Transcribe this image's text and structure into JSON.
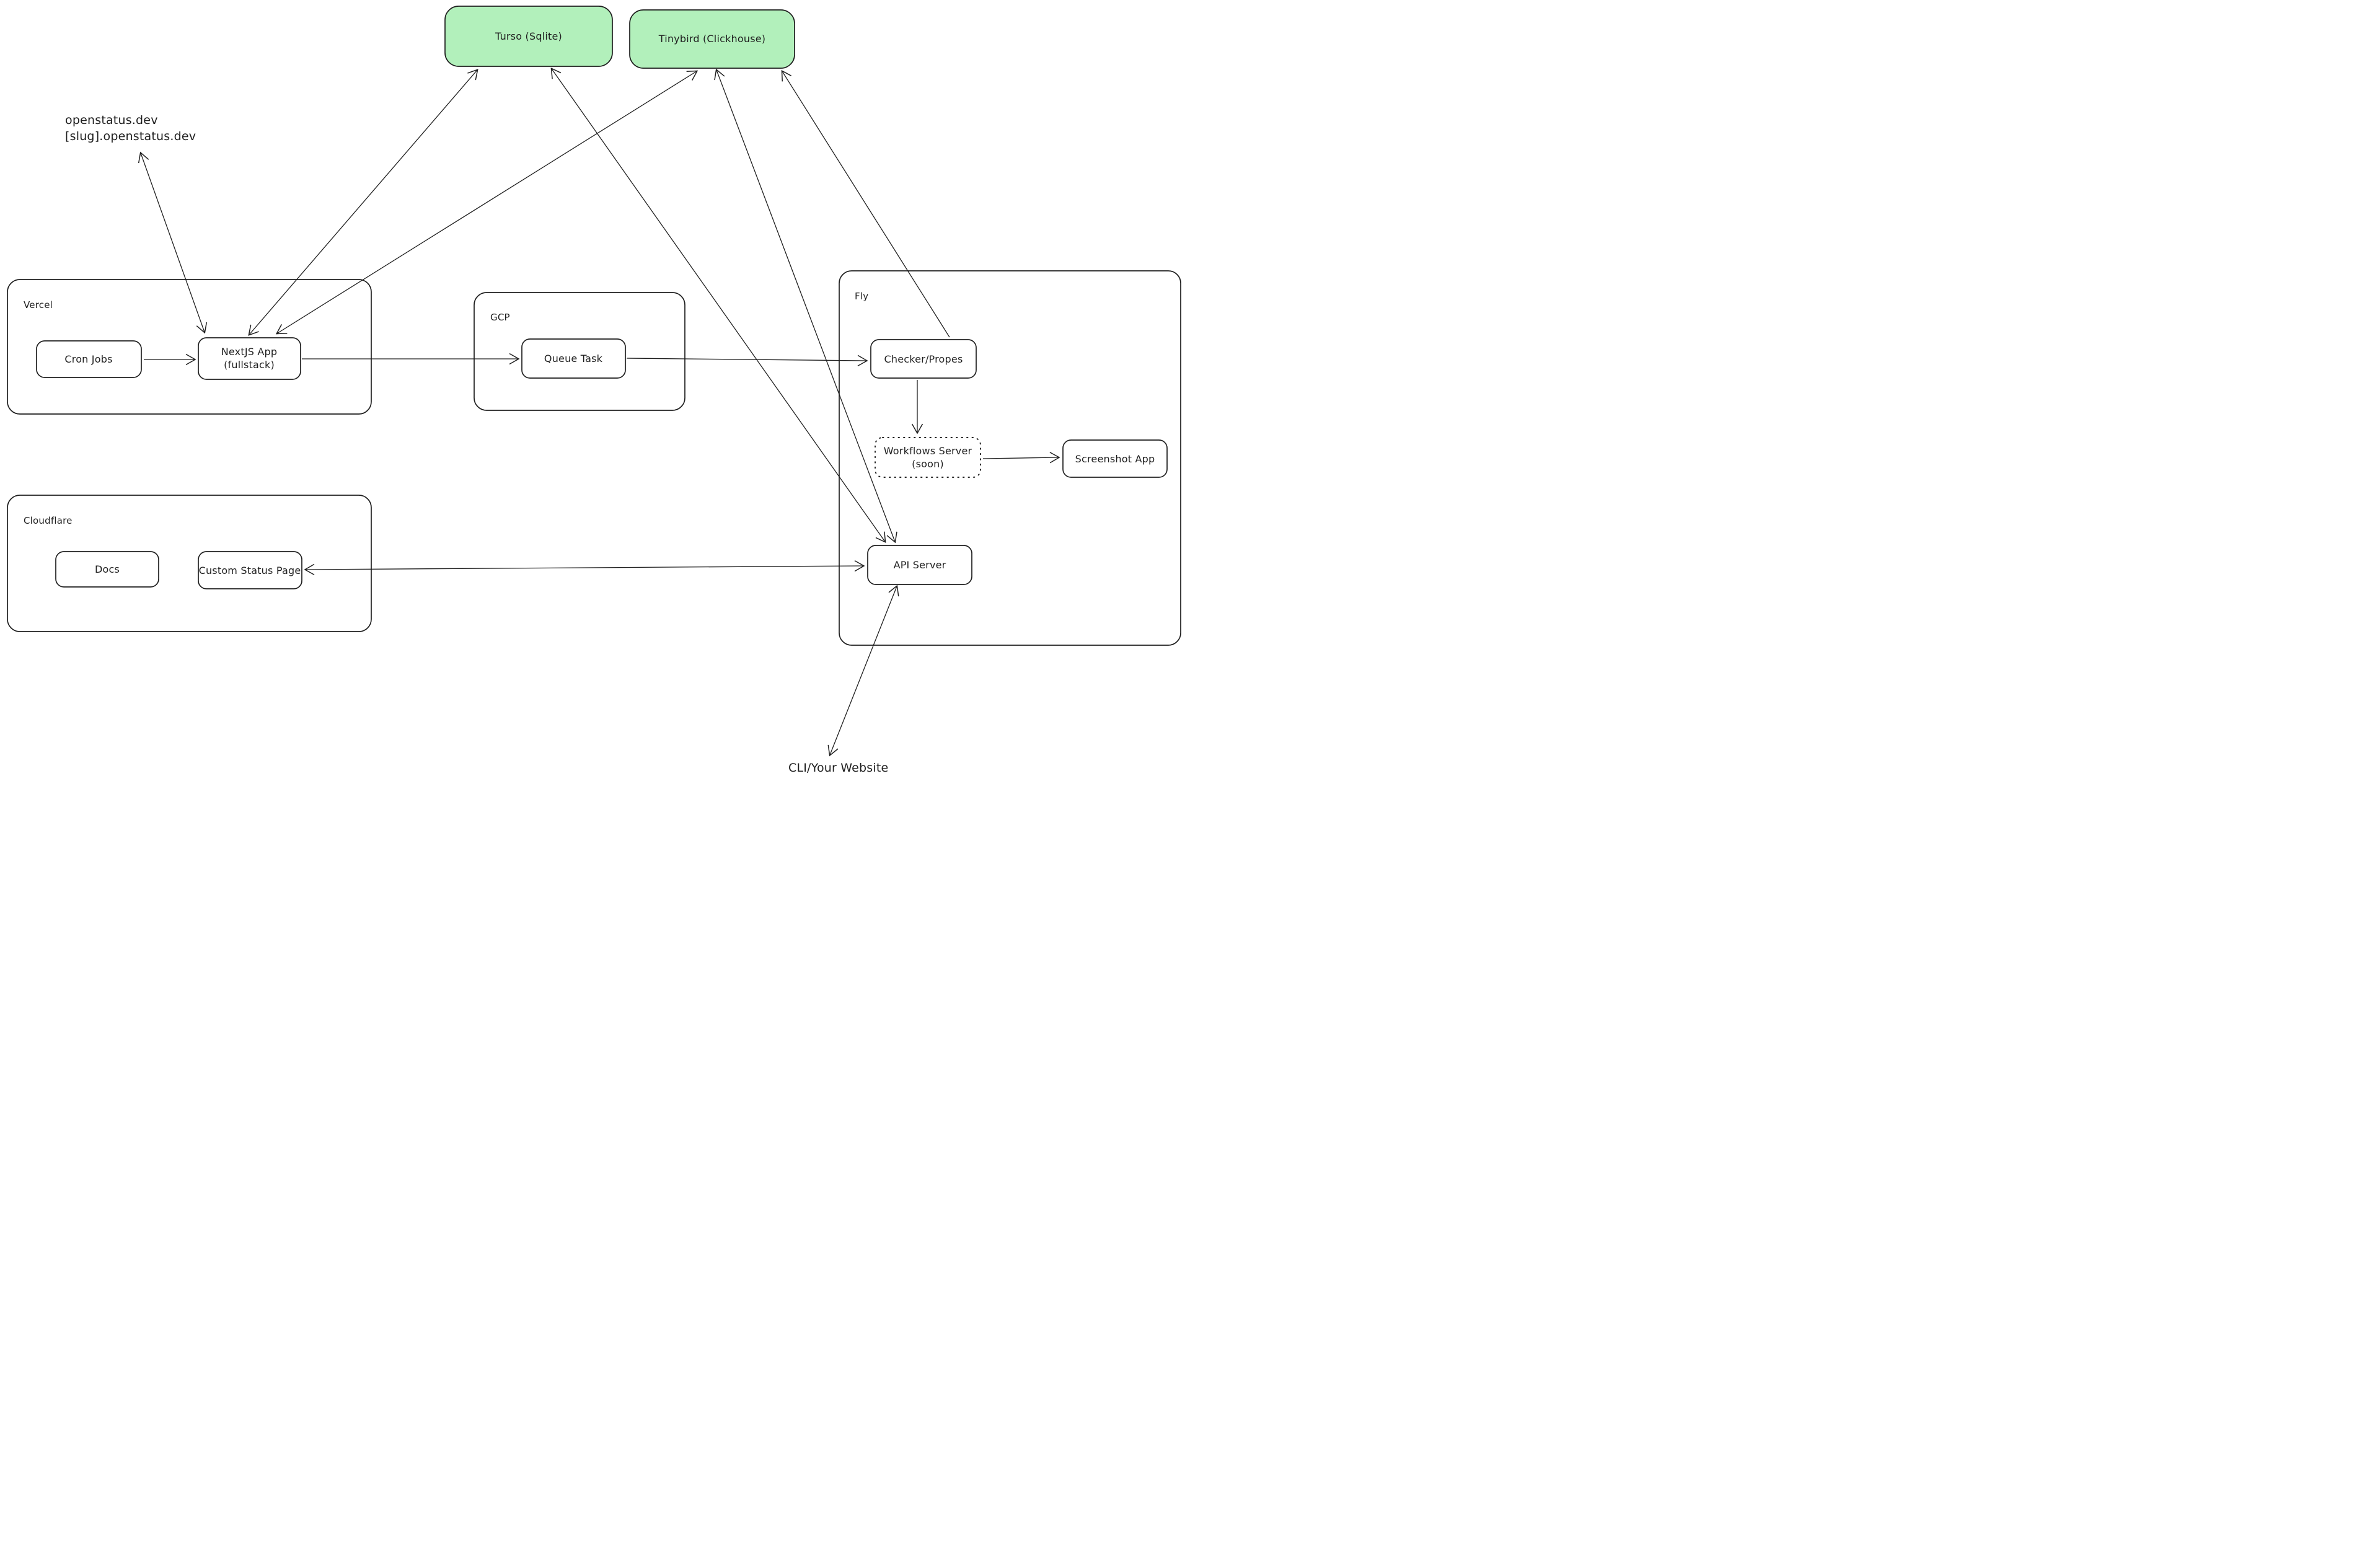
{
  "diagram": {
    "description": "openstatus.dev hand-drawn architecture diagram",
    "style": "excalidraw-sketch"
  },
  "colors": {
    "background": "#ffffff",
    "stroke": "#1e1e1e",
    "green_fill": "#b2f0bb"
  },
  "containers": {
    "vercel": {
      "label": "Vercel"
    },
    "gcp": {
      "label": "GCP"
    },
    "fly": {
      "label": "Fly"
    },
    "cloudflare": {
      "label": "Cloudflare"
    }
  },
  "nodes": {
    "turso": {
      "label": "Turso (Sqlite)",
      "fill": "green"
    },
    "tinybird": {
      "label": "Tinybird (Clickhouse)",
      "fill": "green"
    },
    "cron_jobs": {
      "label": "Cron Jobs"
    },
    "nextjs": {
      "label_line1": "NextJS App",
      "label_line2": "(fullstack)"
    },
    "queue_task": {
      "label": "Queue Task"
    },
    "checker": {
      "label": "Checker/Propes"
    },
    "workflows": {
      "label_line1": "Workflows Server",
      "label_line2": "(soon)",
      "border": "dotted"
    },
    "screenshot": {
      "label": "Screenshot App"
    },
    "api_server": {
      "label": "API Server"
    },
    "docs": {
      "label": "Docs"
    },
    "custom_status_page": {
      "label": "Custom Status Page"
    }
  },
  "annotations": {
    "domains_line1": "openstatus.dev",
    "domains_line2": "[slug].openstatus.dev",
    "cli": "CLI/Your Website"
  },
  "connections": [
    {
      "from": "domains-label",
      "to": "nextjs",
      "direction": "both"
    },
    {
      "from": "cron_jobs",
      "to": "nextjs",
      "direction": "forward"
    },
    {
      "from": "nextjs",
      "to": "turso",
      "direction": "both"
    },
    {
      "from": "nextjs",
      "to": "tinybird",
      "direction": "both"
    },
    {
      "from": "turso",
      "to": "api_server",
      "direction": "both"
    },
    {
      "from": "tinybird",
      "to": "api_server",
      "direction": "both"
    },
    {
      "from": "checker",
      "to": "tinybird",
      "direction": "forward"
    },
    {
      "from": "nextjs",
      "to": "queue_task",
      "direction": "forward"
    },
    {
      "from": "queue_task",
      "to": "checker",
      "direction": "forward"
    },
    {
      "from": "checker",
      "to": "workflows",
      "direction": "forward"
    },
    {
      "from": "workflows",
      "to": "screenshot",
      "direction": "forward"
    },
    {
      "from": "api_server",
      "to": "custom_status_page",
      "direction": "both"
    },
    {
      "from": "api_server",
      "to": "cli-label",
      "direction": "both"
    }
  ]
}
